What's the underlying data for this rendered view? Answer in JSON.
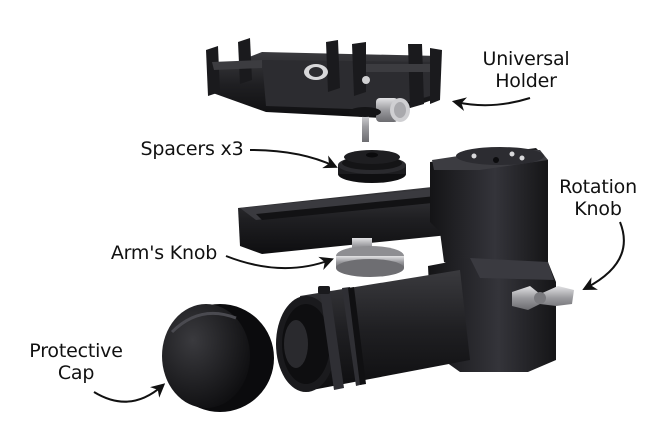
{
  "labels": {
    "universal_holder": [
      "Universal",
      "Holder"
    ],
    "spacers": "Spacers x3",
    "rotation_knob": [
      "Rotation",
      "Knob"
    ],
    "arms_knob": "Arm's Knob",
    "protective_cap": [
      "Protective",
      "Cap"
    ]
  },
  "colors": {
    "background": "#ffffff",
    "text": "#111111",
    "arrow": "#111111",
    "part_dark": "#1c1c1e",
    "part_mid": "#2e2e31",
    "part_highlight": "#5a5a5f",
    "metal": "#b8b8bc"
  },
  "icons": {
    "arrow": "curved-arrow-icon"
  }
}
